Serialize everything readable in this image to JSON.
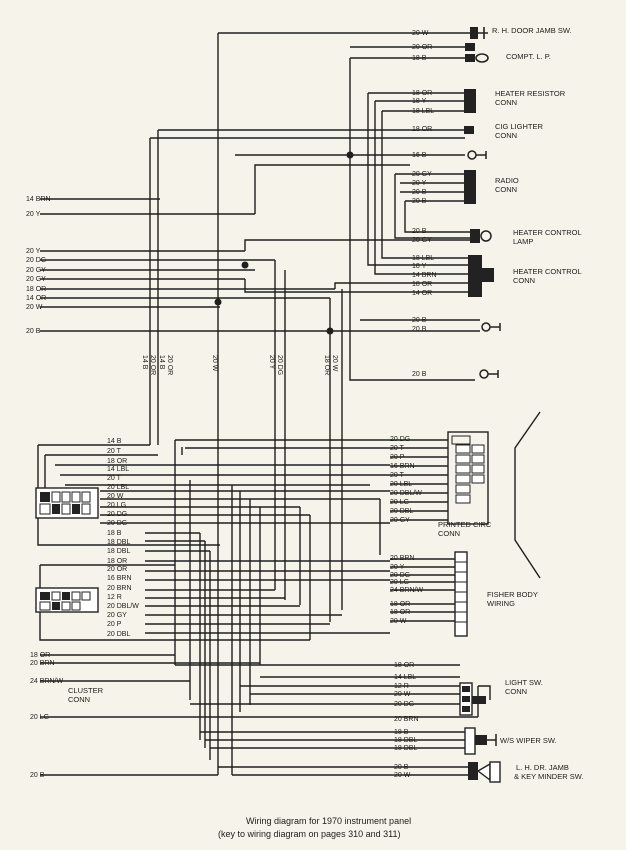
{
  "caption": {
    "line1": "Wiring diagram for 1970 instrument panel",
    "line2": "(key to wiring diagram on pages 310 and 311)"
  },
  "components": {
    "door_jamb": "R. H. DOOR JAMB SW.",
    "compt_lp": "COMPT. L. P.",
    "heater_resistor": [
      "HEATER RESISTOR",
      "CONN"
    ],
    "cig_lighter": [
      "CIG LIGHTER",
      "CONN"
    ],
    "radio": [
      "RADIO",
      "CONN"
    ],
    "heater_lamp": [
      "HEATER CONTROL",
      "LAMP"
    ],
    "heater_conn": [
      "HEATER CONTROL",
      "CONN"
    ],
    "printed_circ": [
      "PRINTED CIRC",
      "CONN"
    ],
    "fisher_body": [
      "FISHER BODY",
      "WIRING"
    ],
    "light_sw": [
      "LIGHT SW.",
      "CONN"
    ],
    "wiper_sw": "W/S WIPER SW.",
    "lh_jamb": [
      "L. H. DR. JAMB",
      "& KEY MINDER SW."
    ],
    "cluster": [
      "CLUSTER",
      "CONN"
    ]
  },
  "top_right_labels": [
    "20 W",
    "20 OR",
    "18 B",
    "18 OR",
    "18 Y",
    "18 LBL",
    "18 OR",
    "16 B",
    "20 GY",
    "20 Y",
    "20 B",
    "20 B",
    "20 B",
    "20 GY",
    "18 LBL",
    "18 Y",
    "14 BRN",
    "18 OR",
    "14 OR",
    "20 B",
    "20 B",
    "20 B"
  ],
  "top_left_labels": [
    "14 BRN",
    "20 Y",
    "20 Y",
    "20 DG",
    "20 GY",
    "20 GY",
    "18 OR",
    "14 OR",
    "20 W",
    "20 B"
  ],
  "vertical_labels": [
    "14 B",
    "20 OR",
    "14 B",
    "20 OR",
    "20 W",
    "20 Y",
    "20 DG",
    "18 OR",
    "20 W"
  ],
  "cluster_labels": [
    "14 B",
    "20 T",
    "18 OR",
    "14 LBL",
    "20 T",
    "20 LBL",
    "20 W",
    "20 LG",
    "20 DG",
    "20 DG",
    "18 B",
    "18 DBL",
    "18 DBL",
    "18 OR",
    "20 OR",
    "16 BRN",
    "20 BRN",
    "12 R",
    "20 DBL/W",
    "20 GY",
    "20 P",
    "20 DBL"
  ],
  "printed_labels": [
    "20 DG",
    "20 T",
    "20 P",
    "16 BRN",
    "20 T",
    "20 LBL",
    "20 DBL/W",
    "20 LG",
    "20 DBL",
    "20 GY"
  ],
  "fisher_labels": [
    "20 BRN",
    "20 Y",
    "20 DG",
    "20 LG",
    "24 BRN/W",
    "18 OR",
    "18 OR",
    "20 W"
  ],
  "lightsw_labels": [
    "18 OR",
    "14 LBL",
    "12 R",
    "20 W",
    "20 DG",
    "20 BRN"
  ],
  "wiper_labels": [
    "18 B",
    "18 DBL",
    "18 DBL"
  ],
  "lhjamb_labels": [
    "20 B",
    "20 W"
  ],
  "lower_left_labels": [
    "18 OR",
    "20 BRN",
    "24 BRN/W",
    "20 LG",
    "20 B"
  ]
}
